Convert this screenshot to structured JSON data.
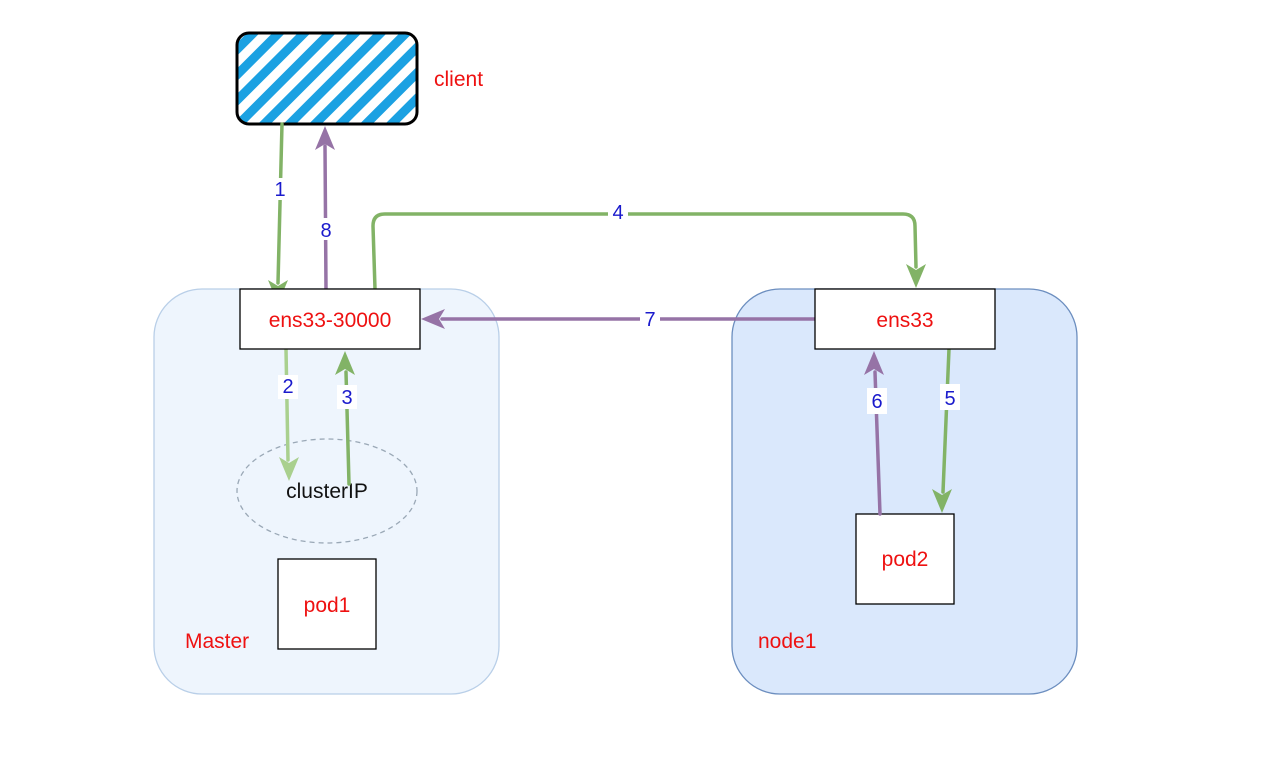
{
  "nodes": {
    "client": {
      "label": "client"
    },
    "master": {
      "label": "Master"
    },
    "node1": {
      "label": "node1"
    },
    "ens33_30000": {
      "label": "ens33-30000"
    },
    "ens33": {
      "label": "ens33"
    },
    "cluster_ip": {
      "label": "clusterIP"
    },
    "pod1": {
      "label": "pod1"
    },
    "pod2": {
      "label": "pod2"
    }
  },
  "edges": [
    {
      "id": "e1",
      "label": "1",
      "from": "client",
      "to": "ens33_30000",
      "color": "#82b366"
    },
    {
      "id": "e2",
      "label": "2",
      "from": "ens33_30000",
      "to": "cluster_ip",
      "color": "#a9d08e"
    },
    {
      "id": "e3",
      "label": "3",
      "from": "cluster_ip",
      "to": "ens33_30000",
      "color": "#82b366"
    },
    {
      "id": "e4",
      "label": "4",
      "from": "ens33_30000",
      "to": "ens33",
      "color": "#82b366"
    },
    {
      "id": "e5",
      "label": "5",
      "from": "ens33",
      "to": "pod2",
      "color": "#82b366"
    },
    {
      "id": "e6",
      "label": "6",
      "from": "pod2",
      "to": "ens33",
      "color": "#9673a6"
    },
    {
      "id": "e7",
      "label": "7",
      "from": "ens33",
      "to": "ens33_30000",
      "color": "#9673a6"
    },
    {
      "id": "e8",
      "label": "8",
      "from": "ens33_30000",
      "to": "client",
      "color": "#9673a6"
    }
  ],
  "colors": {
    "label_red": "#ee1111",
    "step_blue": "#1a1acc",
    "green_flow": "#82b366",
    "purple_flow": "#9673a6",
    "master_fill": "#eef5fd",
    "node1_fill": "#dae8fc",
    "client_hatch": "#1ba1e2"
  }
}
